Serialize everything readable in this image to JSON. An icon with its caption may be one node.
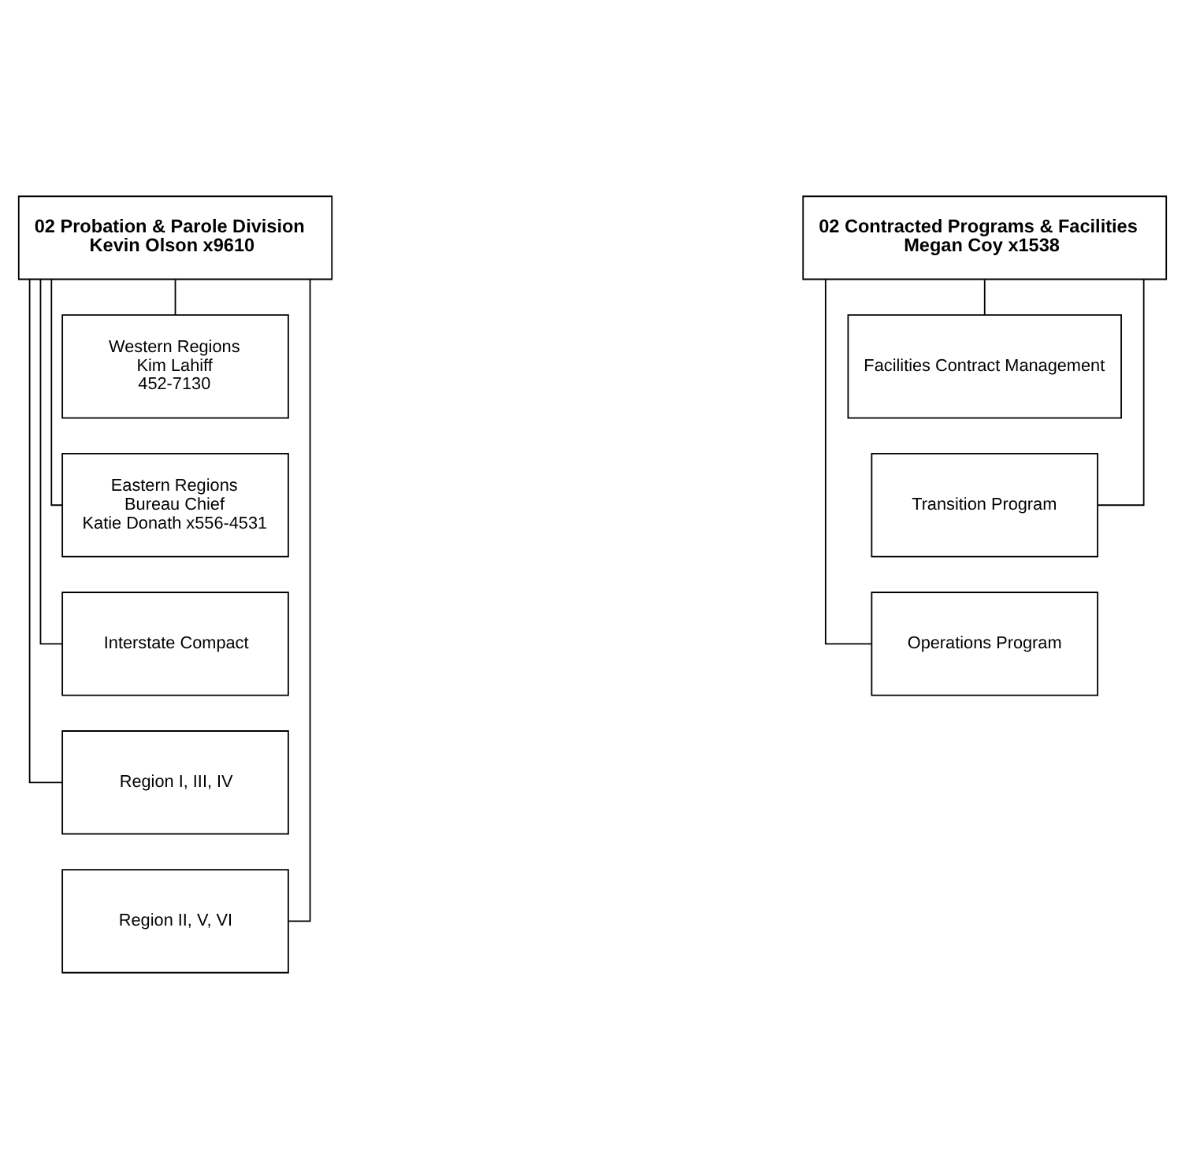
{
  "diagram": {
    "nodes": [
      {
        "text": [
          "02 Probation & Parole Division",
          "Kevin Olson x9610"
        ]
      },
      {
        "text": [
          "Western Regions",
          "Kim Lahiff",
          "452-7130"
        ]
      },
      {
        "text": [
          "Eastern Regions",
          "Bureau Chief",
          "Katie Donath x556-4531"
        ]
      },
      {
        "text": [
          "Interstate Compact"
        ]
      },
      {
        "text": [
          "Region I, III, IV"
        ]
      },
      {
        "text": [
          "Region II, V, VI"
        ]
      },
      {
        "text": [
          "02 Contracted Programs & Facilities",
          "Megan Coy x1538"
        ]
      },
      {
        "text": [
          "Facilities Contract Management"
        ]
      },
      {
        "text": [
          "Transition Program"
        ]
      },
      {
        "text": [
          "Operations Program"
        ]
      }
    ],
    "edges": [
      {
        "from": 0,
        "to": 1,
        "arrow": "none"
      },
      {
        "from": 0,
        "to": 2,
        "arrow": "none"
      },
      {
        "from": 0,
        "to": 3,
        "arrow": "none"
      },
      {
        "from": 0,
        "to": 4,
        "arrow": "none"
      },
      {
        "from": 0,
        "to": 5,
        "arrow": "none"
      },
      {
        "from": 6,
        "to": 7,
        "arrow": "none"
      },
      {
        "from": 6,
        "to": 8,
        "arrow": "none"
      },
      {
        "from": 6,
        "to": 9,
        "arrow": "none"
      }
    ]
  }
}
